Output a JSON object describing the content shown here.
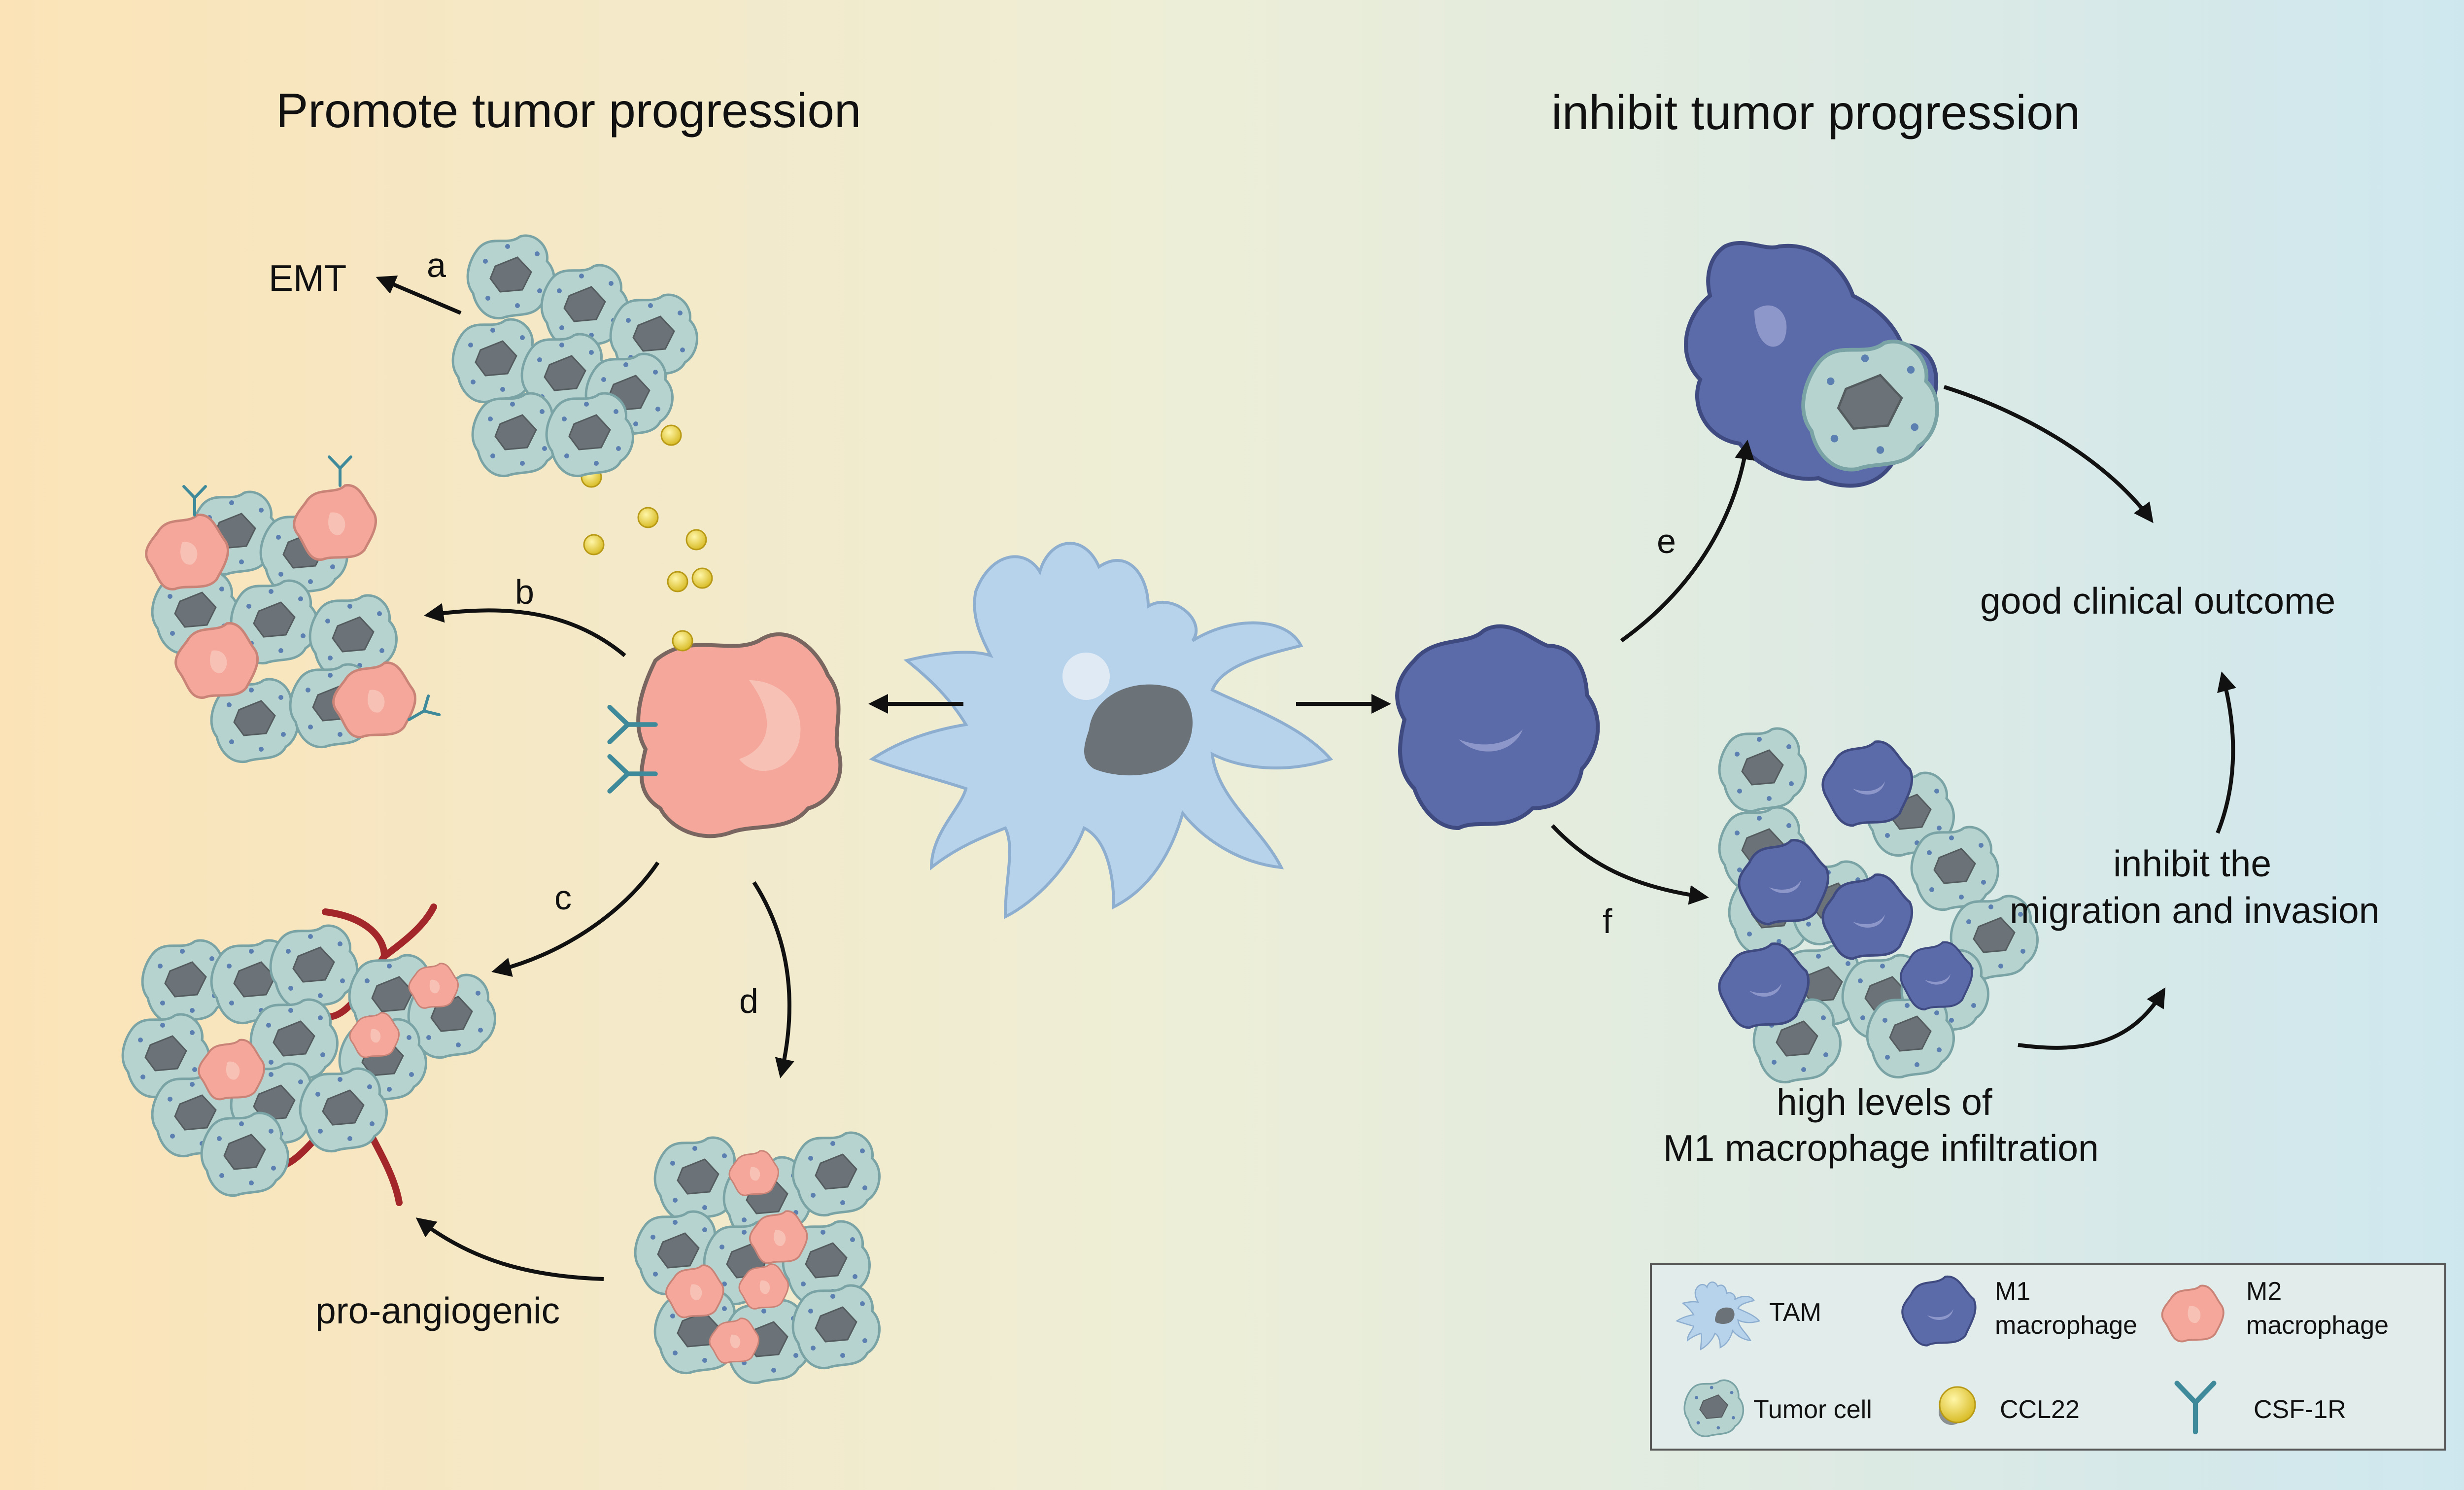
{
  "titles": {
    "left": "Promote tumor progression",
    "right": "inhibit tumor progression"
  },
  "labels": {
    "emt": "EMT",
    "pro_angiogenic": "pro-angiogenic",
    "good_outcome": "good clinical outcome",
    "inhibit_line1": "inhibit the",
    "inhibit_line2": "migration and invasion",
    "high_line1": "high levels of",
    "high_line2": "M1 macrophage infiltration"
  },
  "letters": {
    "a": "a",
    "b": "b",
    "c": "c",
    "d": "d",
    "e": "e",
    "f": "f"
  },
  "legend": {
    "tam": "TAM",
    "m1_line1": "M1",
    "m1_line2": "macrophage",
    "m2_line1": "M2",
    "m2_line2": "macrophage",
    "tumor": "Tumor cell",
    "ccl22": "CCL22",
    "csf1r": "CSF-1R"
  },
  "colors": {
    "bg_left": "#fbe3b7",
    "bg_mid": "#eef0d8",
    "bg_right": "#cde7f0",
    "tam": "#b7d3ec",
    "m1": "#5b6aa8",
    "m2": "#f4a79a",
    "tumor": "#b7d3cf",
    "ccl22": "#e9d23a",
    "csf1r": "#3f8a9a",
    "vessel": "#a3272a"
  }
}
